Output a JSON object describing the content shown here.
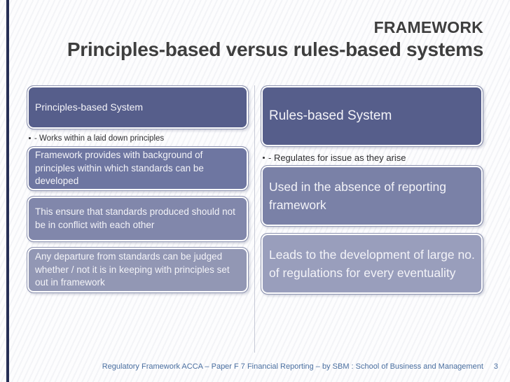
{
  "slide": {
    "title": "FRAMEWORK",
    "subtitle": "Principles-based versus rules-based systems",
    "footer": {
      "text": "Regulatory  Framework ACCA – Paper F 7 Financial Reporting – by SBM : School of Business and Management",
      "page": "3"
    }
  },
  "left_column": {
    "header": "Principles-based System",
    "bullet": "- Works within a laid down principles",
    "boxes": [
      "Framework provides with background of principles within which standards can be developed",
      "This ensure that standards produced should not be in conflict with each other",
      "Any departure from standards can be judged whether / not it is in keeping with principles set out in framework"
    ]
  },
  "right_column": {
    "header": "Rules-based System",
    "bullet": "- Regulates for issue as they arise",
    "boxes": [
      "Used in the absence  of reporting framework",
      "Leads to the development of large no. of regulations for every eventuality"
    ]
  },
  "colors": {
    "accent_bar": "#262e55",
    "title_text": "#3e3e3e",
    "header_box": "#565e8b",
    "left_box_2": "#6e76a1",
    "left_box_3": "#8187ab",
    "left_box_4": "#9297b4",
    "right_box_2": "#7a81a7",
    "right_box_3": "#999ebc",
    "footer_text": "#4a6fa0"
  }
}
